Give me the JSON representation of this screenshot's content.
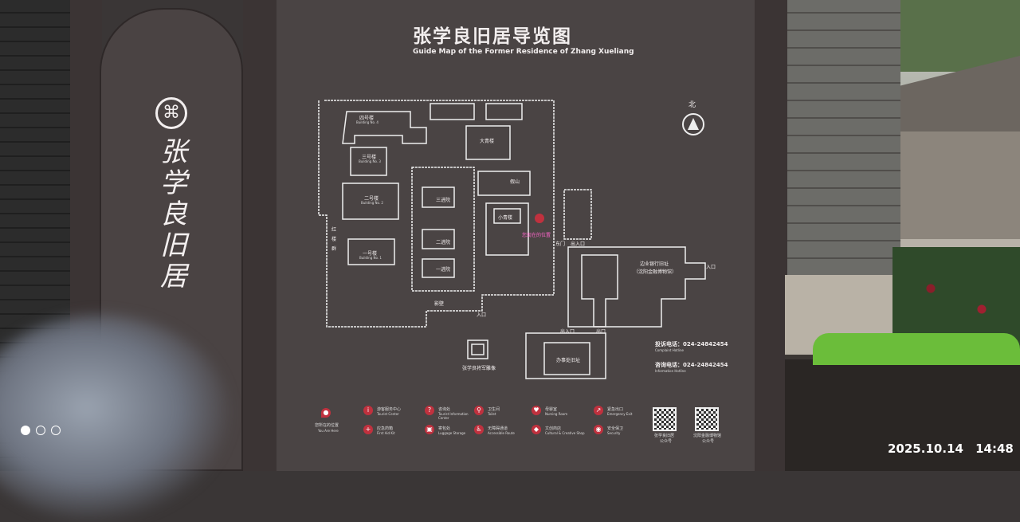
{
  "sign": {
    "title_cn": "张学良旧居导览图",
    "title_en": "Guide Map of the Former Residence of Zhang Xueliang",
    "side_panel_text": "张学良旧居",
    "north_label": "北",
    "map_labels": {
      "building4": "四号楼",
      "building4_en": "Building No. 4",
      "building3": "三号楼",
      "building3_en": "Building No. 3",
      "building2": "二号楼",
      "building2_en": "Building No. 2",
      "building1": "一号楼",
      "building1_en": "Building No. 1",
      "red_buildings": "红楼群",
      "big_green": "大青楼",
      "small_green": "小青楼",
      "courtyard3": "三进院",
      "courtyard2": "二进院",
      "courtyard1": "一进院",
      "rockery": "假山",
      "screen_wall": "影壁",
      "you_are_here": "您现在的位置",
      "east_gate": "东门",
      "exit": "出口",
      "entrance": "入口",
      "entrance_exit": "出入口",
      "bank": "边业银行旧址",
      "museum": "（沈阳金融博物馆）",
      "office": "办事处旧址",
      "statue": "张学良将军雕像",
      "entrance_right": "入口"
    },
    "hotlines": [
      {
        "label": "投诉电话：",
        "en": "Complaint Hotline",
        "number": "024-24842454"
      },
      {
        "label": "咨询电话：",
        "en": "Information Hotline",
        "number": "024-24842454"
      }
    ],
    "legend": [
      {
        "cn": "您所在的位置",
        "en": "You Are Here"
      },
      {
        "cn": "游客服务中心",
        "en": "Tourist Center"
      },
      {
        "cn": "应急药箱",
        "en": "First Aid Kit"
      },
      {
        "cn": "咨询处",
        "en": "Tourist Information Center"
      },
      {
        "cn": "寄包处",
        "en": "Luggage Storage"
      },
      {
        "cn": "卫生间",
        "en": "Toilet"
      },
      {
        "cn": "无障碍通道",
        "en": "Accessible Route"
      },
      {
        "cn": "母婴室",
        "en": "Nursing Room"
      },
      {
        "cn": "文创商店",
        "en": "Cultural & Creative Shop"
      },
      {
        "cn": "紧急出口",
        "en": "Emergency Exit"
      },
      {
        "cn": "安全保卫",
        "en": "Security"
      }
    ],
    "qr_codes": [
      {
        "cn": "张学良旧居",
        "cn2": "公众号"
      },
      {
        "cn": "沈阳金融博物馆",
        "cn2": "公众号"
      }
    ]
  },
  "viewer": {
    "timestamp": "2025.10.14  14:48",
    "page_count": 3,
    "current_page": 1
  },
  "colors": {
    "accent_red": "#c0313e",
    "sign_bg": "#4a4444"
  }
}
